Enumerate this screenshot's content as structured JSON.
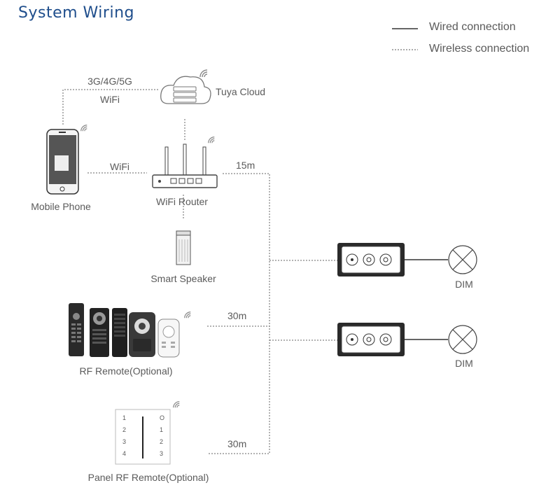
{
  "title": "System Wiring",
  "legend": {
    "wired": "Wired connection",
    "wireless": "Wireless connection"
  },
  "labels": {
    "cloud_link_line1": "3G/4G/5G",
    "cloud_link_line2": "WiFi",
    "tuya_cloud": "Tuya Cloud",
    "phone_router_link": "WiFi",
    "mobile_phone": "Mobile Phone",
    "wifi_router": "WiFi Router",
    "smart_speaker": "Smart Speaker",
    "router_distance": "15m",
    "rf_remote": "RF Remote(Optional)",
    "rf_distance": "30m",
    "panel_remote": "Panel RF Remote(Optional)",
    "panel_distance": "30m",
    "dim_1": "DIM",
    "dim_2": "DIM"
  },
  "panel_keys": {
    "left": [
      "1",
      "2",
      "3",
      "4"
    ],
    "right": [
      "O",
      "1",
      "2",
      "3"
    ]
  },
  "colors": {
    "title": "#1f4e8c",
    "line": "#555555",
    "device_dark": "#2a2a2a"
  }
}
